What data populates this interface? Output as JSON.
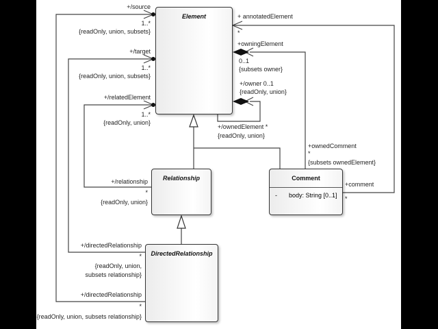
{
  "classes": {
    "element": {
      "name": "Element",
      "abstract": true
    },
    "relationship": {
      "name": "Relationship",
      "abstract": true
    },
    "directed_relationship": {
      "name": "DirectedRelationship",
      "abstract": true
    },
    "comment": {
      "name": "Comment",
      "abstract": false,
      "attributes": [
        {
          "visibility": "-",
          "text": "body: String [0..1]"
        }
      ]
    }
  },
  "associations": {
    "source": {
      "role": "+/source",
      "mult": "1..*",
      "constraint": "{readOnly, union, subsets}"
    },
    "target": {
      "role": "+/target",
      "mult": "1..*",
      "constraint": "{readOnly, union, subsets}"
    },
    "related_element": {
      "role": "+/relatedElement",
      "mult": "1..*",
      "constraint": "{readOnly, union}"
    },
    "relationship": {
      "role": "+/relationship",
      "mult": "*",
      "constraint": "{readOnly, union}"
    },
    "directed_relationship_1": {
      "role": "+/directedRelationship",
      "mult": "*",
      "constraint_line1": "{readOnly, union,",
      "constraint_line2": "subsets relationship}"
    },
    "directed_relationship_2": {
      "role": "+/directedRelationship",
      "mult": "*",
      "constraint": "{readOnly, union, subsets relationship}"
    },
    "annotated_element": {
      "role": "+ annotatedElement",
      "mult": "*"
    },
    "owning_element": {
      "role": "+owningElement",
      "mult": "0..1",
      "constraint": "{subsets owner}"
    },
    "owner": {
      "role": "+/owner 0..1",
      "constraint": "{readOnly, union}"
    },
    "owned_element": {
      "role": "+/ownedElement *",
      "constraint": "{readOnly, union}"
    },
    "owned_comment": {
      "role": "+ownedComment",
      "mult": "*",
      "constraint": "{subsets ownedElement}"
    },
    "comment": {
      "role": "+comment",
      "mult": "*"
    }
  }
}
